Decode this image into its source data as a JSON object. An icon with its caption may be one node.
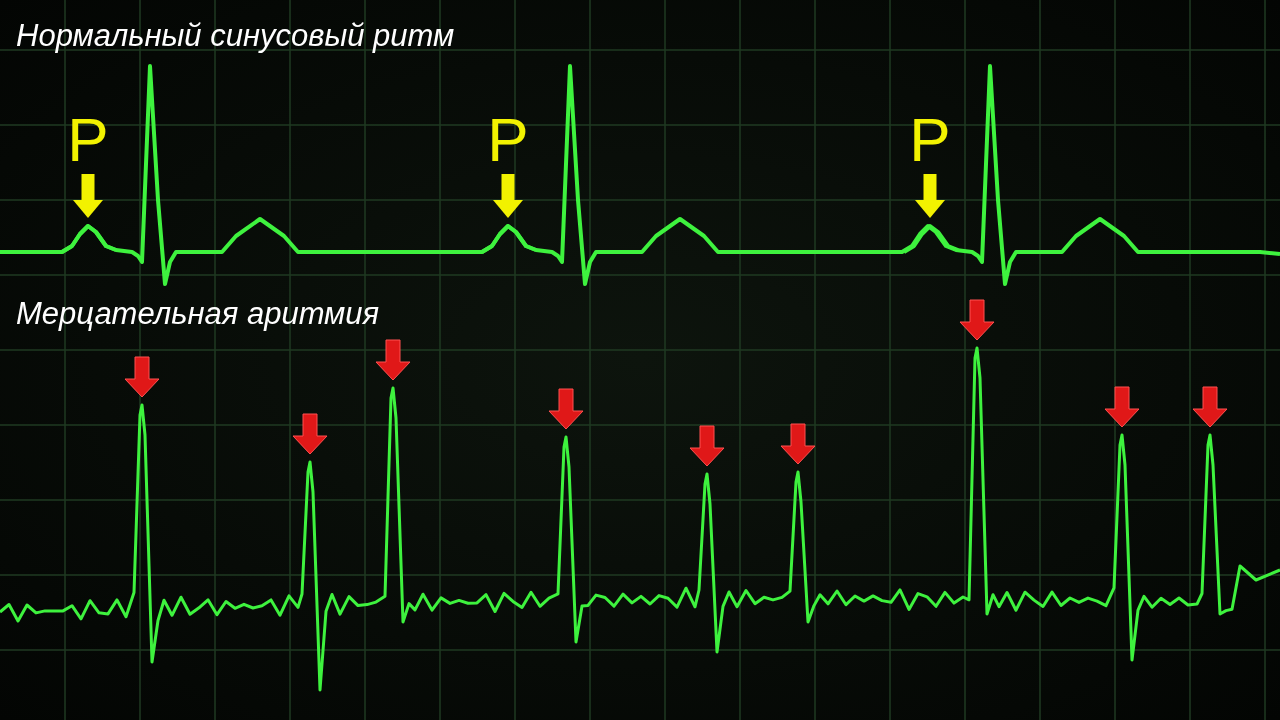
{
  "diagram": {
    "nodes": [
      {
        "text": [
          "P"
        ]
      },
      {
        "text": [
          "P"
        ]
      },
      {
        "text": [
          "P"
        ]
      },
      {
        "text": [],
        "shape": "picture"
      },
      {
        "text": [],
        "shape": "picture"
      },
      {
        "text": [],
        "shape": "picture"
      }
    ],
    "edges": [
      {
        "from": 0,
        "to": 3,
        "arrow": "to"
      },
      {
        "from": 1,
        "to": 4,
        "arrow": "to"
      },
      {
        "from": 2,
        "to": 5,
        "arrow": "to"
      }
    ],
    "labels": [
      "Нормальный синусовый ритм",
      "Мерцательная аритмия"
    ]
  }
}
